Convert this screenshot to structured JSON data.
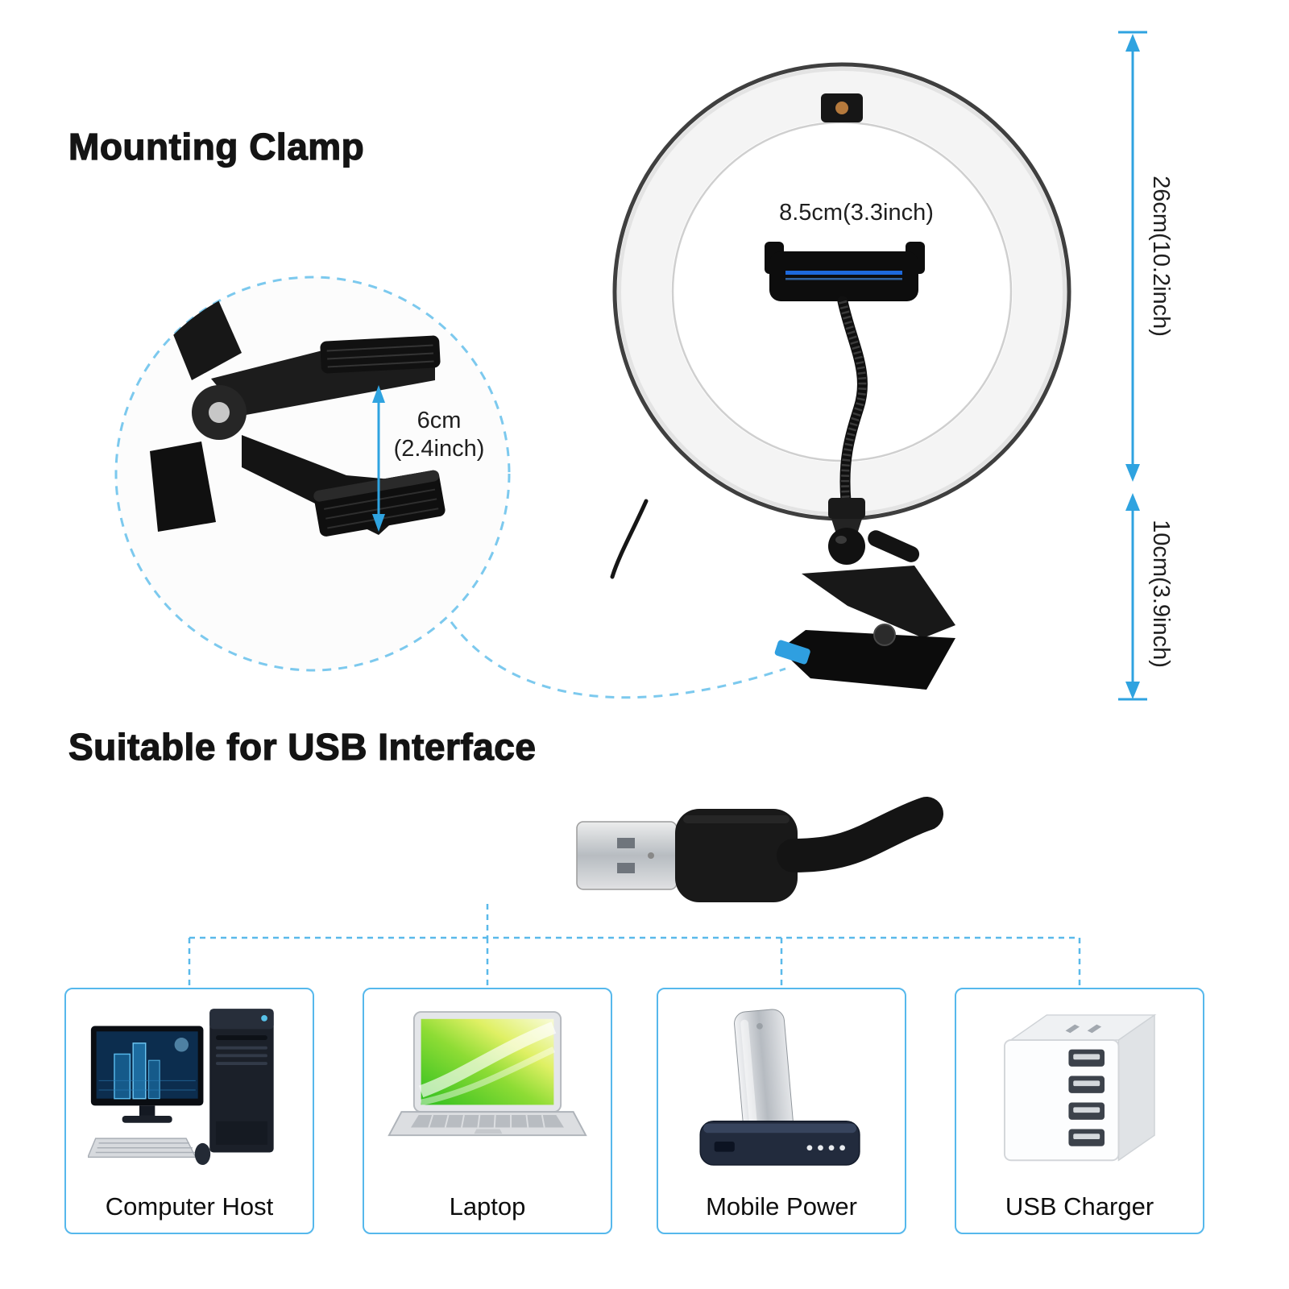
{
  "sections": {
    "mounting_clamp": {
      "title": "Mounting Clamp"
    },
    "usb": {
      "title": "Suitable for USB Interface"
    }
  },
  "dims": {
    "phone_holder": "8.5cm(3.3inch)",
    "clamp_gap_value": "6cm",
    "clamp_gap_unit": "(2.4inch)",
    "ring_outer": "26cm(10.2inch)",
    "clamp_height": "10cm(3.9inch)"
  },
  "devices": [
    {
      "label": "Computer Host",
      "icon": "desktop-computer-icon"
    },
    {
      "label": "Laptop",
      "icon": "laptop-icon"
    },
    {
      "label": "Mobile Power",
      "icon": "power-bank-icon"
    },
    {
      "label": "USB Charger",
      "icon": "usb-charger-icon"
    }
  ],
  "colors": {
    "accent_blue": "#2fa3e0",
    "dashed_blue": "#7cc9ee",
    "connector_blue": "#5ab9ea",
    "holder_led_blue": "#1f6fe8"
  }
}
